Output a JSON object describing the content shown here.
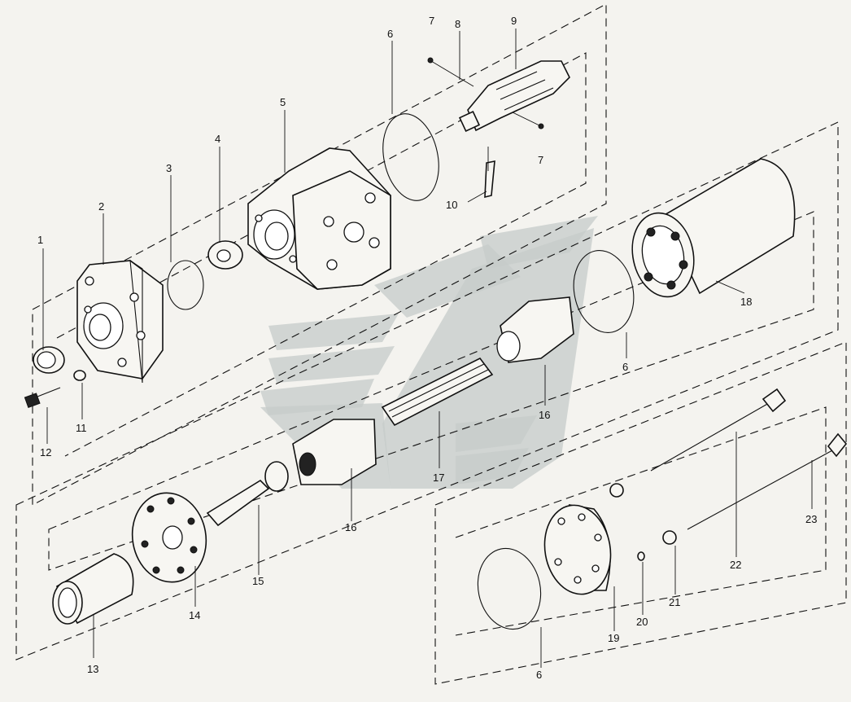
{
  "callouts": [
    {
      "id": "c1",
      "label": "1"
    },
    {
      "id": "c2",
      "label": "2"
    },
    {
      "id": "c3",
      "label": "3"
    },
    {
      "id": "c4",
      "label": "4"
    },
    {
      "id": "c5",
      "label": "5"
    },
    {
      "id": "c6a",
      "label": "6"
    },
    {
      "id": "c7a",
      "label": "7"
    },
    {
      "id": "c8",
      "label": "8"
    },
    {
      "id": "c9",
      "label": "9"
    },
    {
      "id": "c7b",
      "label": "7"
    },
    {
      "id": "c10",
      "label": "10"
    },
    {
      "id": "c11",
      "label": "11"
    },
    {
      "id": "c12",
      "label": "12"
    },
    {
      "id": "c18",
      "label": "18"
    },
    {
      "id": "c6b",
      "label": "6"
    },
    {
      "id": "c16a",
      "label": "16"
    },
    {
      "id": "c17",
      "label": "17"
    },
    {
      "id": "c16b",
      "label": "16"
    },
    {
      "id": "c15",
      "label": "15"
    },
    {
      "id": "c14",
      "label": "14"
    },
    {
      "id": "c13",
      "label": "13"
    },
    {
      "id": "c22",
      "label": "22"
    },
    {
      "id": "c23",
      "label": "23"
    },
    {
      "id": "c21",
      "label": "21"
    },
    {
      "id": "c20",
      "label": "20"
    },
    {
      "id": "c19",
      "label": "19"
    },
    {
      "id": "c6c",
      "label": "6"
    }
  ]
}
